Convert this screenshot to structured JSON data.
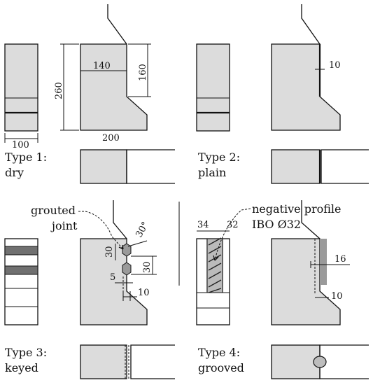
{
  "types": [
    {
      "title": "Type 1:",
      "name": "dry"
    },
    {
      "title": "Type 2:",
      "name": "plain"
    },
    {
      "title": "Type 3:",
      "name": "keyed"
    },
    {
      "title": "Type 4:",
      "name": "grooved"
    }
  ],
  "dimensions": {
    "d100": "100",
    "d200": "200",
    "d260": "260",
    "d140": "140",
    "d160": "160",
    "t2_10": "10",
    "t3_30a": "30",
    "t3_30b": "30",
    "t3_angle": "30°",
    "t3_5": "5",
    "t3_10": "10",
    "t4_34": "34",
    "t4_32": "32",
    "t4_16": "16",
    "t4_10": "10"
  },
  "annotations": {
    "grouted_1": "grouted",
    "grouted_2": "joint",
    "neg_1": "negative profile",
    "neg_2": "IBO Ø32"
  }
}
